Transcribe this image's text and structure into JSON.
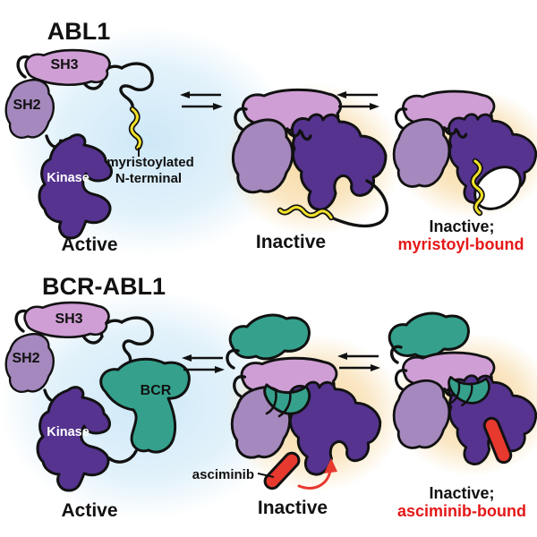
{
  "colors": {
    "sh3": "#cf9ed4",
    "sh2": "#a588bd",
    "kinase": "#55338f",
    "bcr": "#35a18c",
    "myristoyl": "#f2e229",
    "inhibitor": "#e8392f",
    "accentText": "#e51717",
    "outline": "#111111",
    "activeGlow": "#cbe7f7",
    "inactiveGlow": "#f6d69b"
  },
  "abl1": {
    "title": "ABL1",
    "domains": {
      "sh3": "SH3",
      "sh2": "SH2",
      "kinase": "Kinase"
    },
    "annotation": {
      "line1": "myristoylated",
      "line2": "N-terminal"
    },
    "states": {
      "active": "Active",
      "inactive": "Inactive",
      "bound1": "Inactive;",
      "bound2": "myristoyl-bound"
    }
  },
  "bcrabl1": {
    "title": "BCR-ABL1",
    "domains": {
      "sh3": "SH3",
      "sh2": "SH2",
      "kinase": "Kinase",
      "bcr": "BCR"
    },
    "annotation": {
      "drug": "asciminib"
    },
    "states": {
      "active": "Active",
      "inactive": "Inactive",
      "bound1": "Inactive;",
      "bound2": "asciminib-bound"
    }
  }
}
